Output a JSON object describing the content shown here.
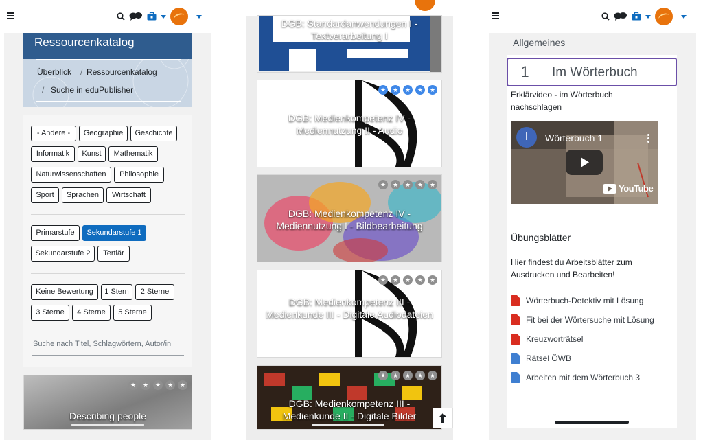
{
  "phone1": {
    "banner_title": "Ressourcenkatalog",
    "breadcrumb": [
      "Überblick",
      "Ressourcenkatalog",
      "Suche in eduPublisher"
    ],
    "breadcrumb_separator": "/",
    "subject_filters": [
      "- Andere -",
      "Geographie",
      "Geschichte",
      "Informatik",
      "Kunst",
      "Mathematik",
      "Naturwissenschaften",
      "Philosophie",
      "Sport",
      "Sprachen",
      "Wirtschaft"
    ],
    "level_filters": [
      "Primarstufe",
      "Sekundarstufe 1",
      "Sekundarstufe 2",
      "Tertiär"
    ],
    "active_level": "Sekundarstufe 1",
    "rating_filters": [
      "Keine Bewertung",
      "1 Stern",
      "2 Sterne",
      "3 Sterne",
      "4 Sterne",
      "5 Sterne"
    ],
    "search_placeholder": "Suche nach Titel, Schlagwörtern, Autor/in",
    "card_title": "Describing people",
    "card_stars_filled": 0
  },
  "phone2": {
    "cards": [
      {
        "title": "DGB: Standardanwendungen I - Textverarbeitung I",
        "stars_filled": 0,
        "stars_visible": false
      },
      {
        "title": "DGB: Medienkompetenz IV - Mediennutzung II - Audio",
        "stars_filled": 5,
        "stars_visible": true
      },
      {
        "title": "DGB: Medienkompetenz IV - Mediennutzung I - Bildbearbeitung",
        "stars_filled": 0,
        "stars_visible": true
      },
      {
        "title": "DGB: Medienkompetenz III - Medienkunde III - Digitale Audiodateien",
        "stars_filled": 0,
        "stars_visible": true
      },
      {
        "title": "DGB: Medienkompetenz III - Medienkunde II - Digitale Bilder",
        "stars_filled": 0,
        "stars_visible": true
      }
    ],
    "scroll_top_icon": "arrow-up-icon"
  },
  "phone3": {
    "section": "Allgemeines",
    "topic_number": "1",
    "topic_title": "Im Wörterbuch",
    "video_description": "Erklärvideo - im Wörterbuch nachschlagen",
    "video_channel_letter": "I",
    "video_title": "Wörterbuch 1",
    "video_brand": "YouTube",
    "exercises_heading": "Übungsblätter",
    "exercises_intro": "Hier findest du Arbeitsblätter zum Ausdrucken und Bearbeiten!",
    "resources": [
      {
        "label": "Wörterbuch-Detektiv mit Lösung",
        "type": "pdf"
      },
      {
        "label": "Fit bei der Wörtersuche mit Lösung",
        "type": "pdf"
      },
      {
        "label": "Kreuzworträtsel",
        "type": "pdf"
      },
      {
        "label": "Rätsel ÖWB",
        "type": "doc"
      },
      {
        "label": "Arbeiten mit dem Wörterbuch 3",
        "type": "doc"
      }
    ]
  },
  "colors": {
    "accent": "#0f6cbf",
    "banner": "#2f5c8e",
    "avatar": "#e8730c",
    "star_filled": "#3f88e8",
    "star_empty": "#8f8f8f",
    "topic_border": "#6b4fa8"
  },
  "icons": {
    "menu": "hamburger-icon",
    "search": "search-icon",
    "messages": "chat-bubbles-icon",
    "notifications": "briefcase-icon",
    "caret": "chevron-down-icon"
  }
}
